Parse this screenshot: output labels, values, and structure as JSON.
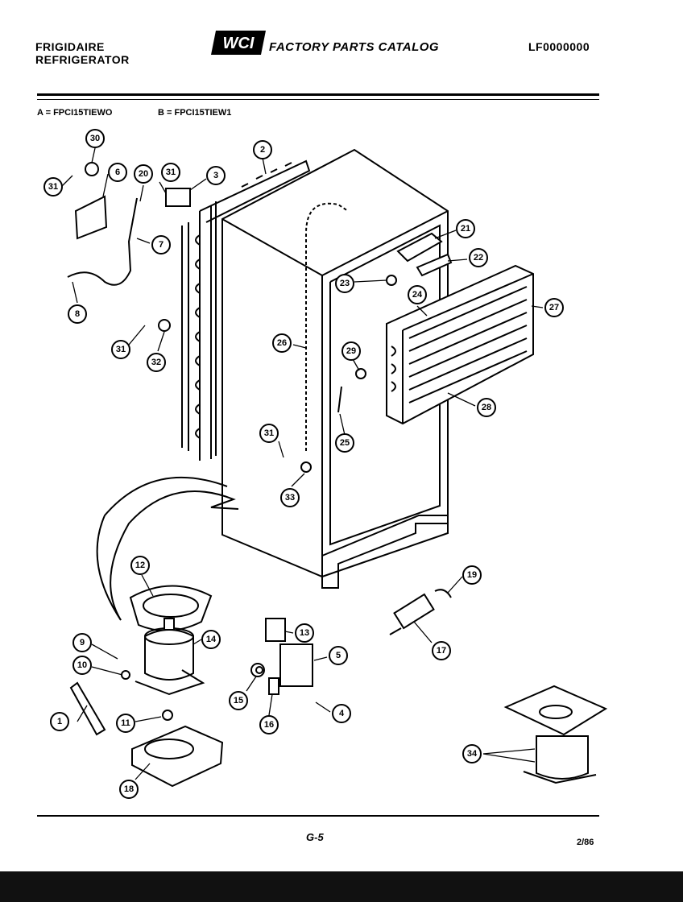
{
  "header": {
    "brand_line1": "FRIGIDAIRE",
    "brand_line2": "REFRIGERATOR",
    "logo_text": "WCI",
    "catalog_title": "FACTORY PARTS CATALOG",
    "catalog_number": "LF0000000"
  },
  "models": {
    "a": "A = FPCI15TIEWO",
    "b": "B = FPCI15TIEW1"
  },
  "footer": {
    "page": "G-5",
    "date": "2/86"
  },
  "callouts": [
    "1",
    "2",
    "3",
    "4",
    "5",
    "6",
    "7",
    "8",
    "9",
    "10",
    "11",
    "12",
    "13",
    "14",
    "15",
    "16",
    "17",
    "18",
    "19",
    "20",
    "21",
    "22",
    "23",
    "24",
    "25",
    "26",
    "27",
    "28",
    "29",
    "30",
    "31",
    "32",
    "33",
    "34"
  ]
}
